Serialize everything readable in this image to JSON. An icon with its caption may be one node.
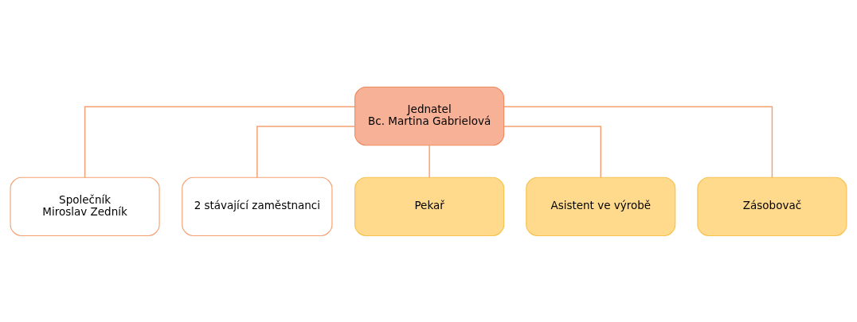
{
  "diagram": {
    "nodes": [
      {
        "text": [
          "Jednatel",
          "Bc. Martina Gabrielová"
        ]
      },
      {
        "text": [
          "Společník",
          "Miroslav Zedník"
        ]
      },
      {
        "text": [
          "2 stávající zaměstnanci"
        ]
      },
      {
        "text": [
          "Pekař"
        ]
      },
      {
        "text": [
          "Asistent ve výrobě"
        ]
      },
      {
        "text": [
          "Zásobovač"
        ]
      }
    ],
    "edges": [
      {
        "from": 0,
        "to": 1,
        "arrow": "none"
      },
      {
        "from": 0,
        "to": 2,
        "arrow": "none"
      },
      {
        "from": 0,
        "to": 3,
        "arrow": "none"
      },
      {
        "from": 0,
        "to": 4,
        "arrow": "none"
      },
      {
        "from": 0,
        "to": 5,
        "arrow": "none"
      }
    ]
  }
}
